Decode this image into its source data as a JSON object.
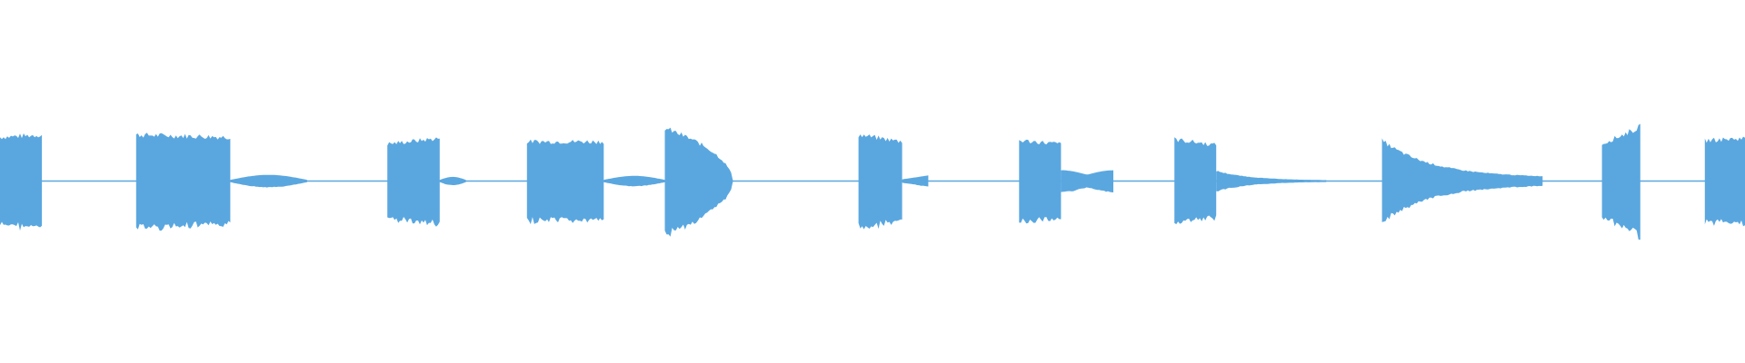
{
  "waveform": {
    "color": "#5aa7e0",
    "description_type": "audio-waveform",
    "baseline_level": 0.006,
    "segments": [
      {
        "start": 0.0,
        "end": 0.024,
        "shape": "burst",
        "amp_start": 0.78,
        "amp_end": 0.82
      },
      {
        "start": 0.078,
        "end": 0.132,
        "shape": "burst",
        "amp_start": 0.82,
        "amp_end": 0.78
      },
      {
        "start": 0.132,
        "end": 0.176,
        "shape": "lens",
        "amp_start": 0.08,
        "amp_end": 0.1
      },
      {
        "start": 0.222,
        "end": 0.252,
        "shape": "burst",
        "amp_start": 0.66,
        "amp_end": 0.76
      },
      {
        "start": 0.252,
        "end": 0.267,
        "shape": "lens",
        "amp_start": 0.06,
        "amp_end": 0.06
      },
      {
        "start": 0.302,
        "end": 0.346,
        "shape": "burst",
        "amp_start": 0.7,
        "amp_end": 0.7
      },
      {
        "start": 0.346,
        "end": 0.381,
        "shape": "lens",
        "amp_start": 0.08,
        "amp_end": 0.08
      },
      {
        "start": 0.381,
        "end": 0.42,
        "shape": "dome",
        "amp_start": 0.78,
        "amp_end": 0.55
      },
      {
        "start": 0.492,
        "end": 0.517,
        "shape": "burst",
        "amp_start": 0.82,
        "amp_end": 0.7
      },
      {
        "start": 0.517,
        "end": 0.532,
        "shape": "wedge",
        "amp_start": 0.03,
        "amp_end": 0.1
      },
      {
        "start": 0.584,
        "end": 0.608,
        "shape": "burst",
        "amp_start": 0.72,
        "amp_end": 0.66
      },
      {
        "start": 0.608,
        "end": 0.638,
        "shape": "notch",
        "amp_start": 0.16,
        "amp_end": 0.16
      },
      {
        "start": 0.673,
        "end": 0.697,
        "shape": "burst",
        "amp_start": 0.74,
        "amp_end": 0.64
      },
      {
        "start": 0.697,
        "end": 0.76,
        "shape": "decay",
        "amp_start": 0.18,
        "amp_end": 0.01
      },
      {
        "start": 0.792,
        "end": 0.884,
        "shape": "decay",
        "amp_start": 0.72,
        "amp_end": 0.06
      },
      {
        "start": 0.918,
        "end": 0.94,
        "shape": "burst",
        "amp_start": 0.66,
        "amp_end": 0.96
      },
      {
        "start": 0.977,
        "end": 1.0,
        "shape": "burst",
        "amp_start": 0.72,
        "amp_end": 0.76
      }
    ]
  }
}
